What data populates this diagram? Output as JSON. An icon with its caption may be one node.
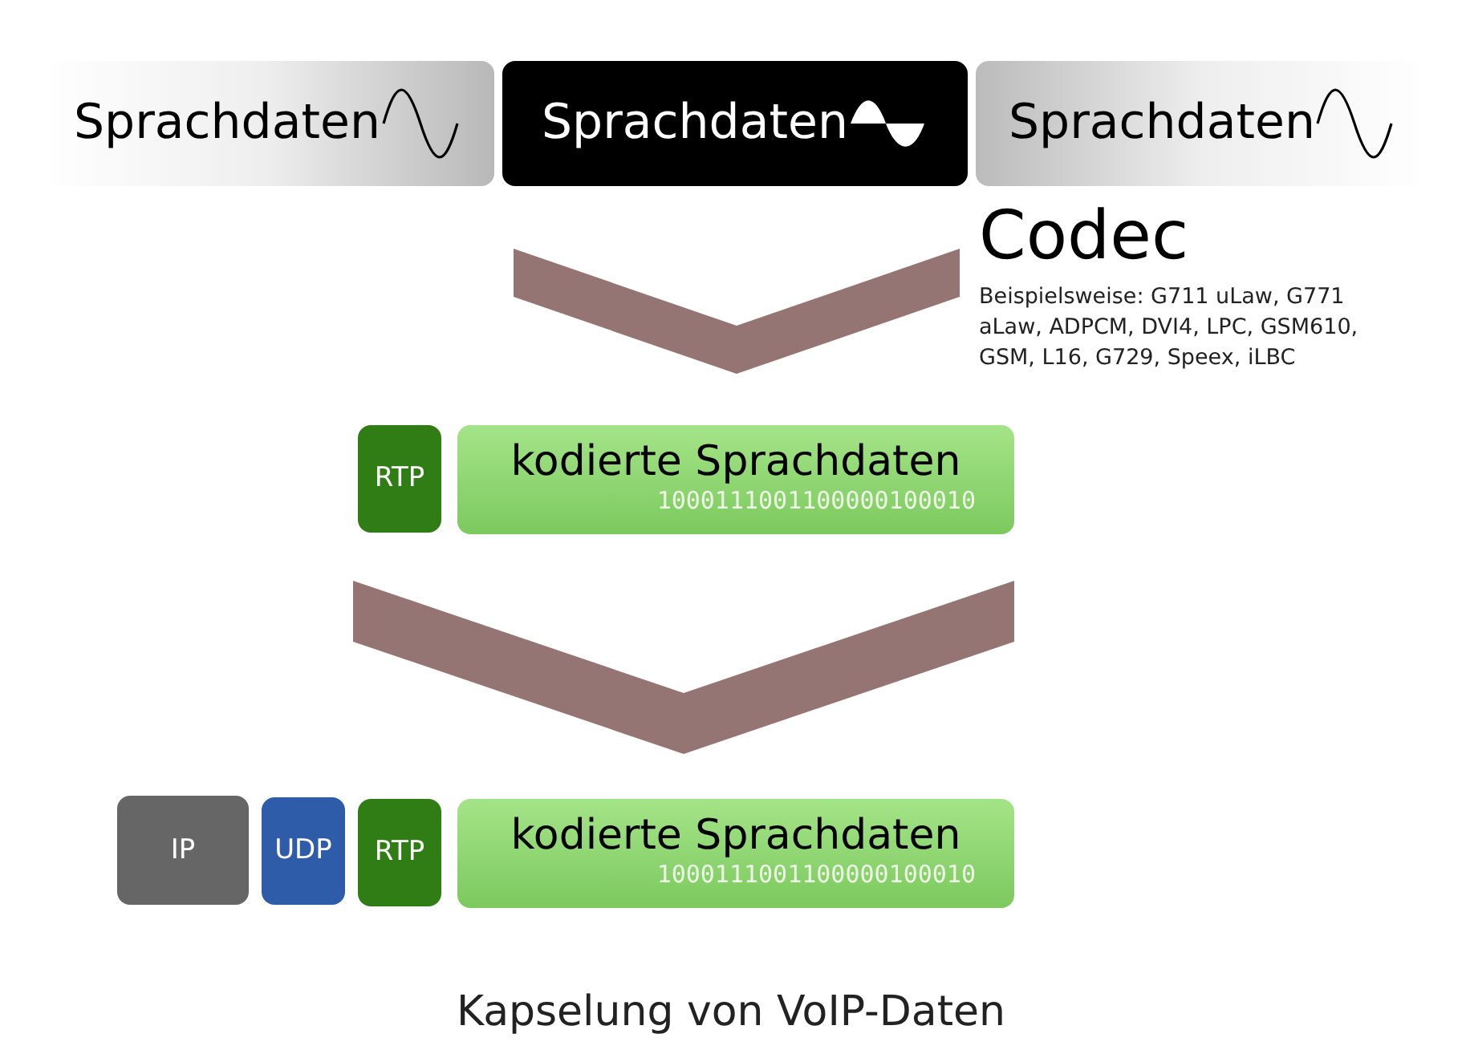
{
  "diagram": {
    "caption": "Kapselung von VoIP-Daten",
    "nodes": [
      {
        "text": [
          "Sprachdaten"
        ]
      },
      {
        "text": [
          "Sprachdaten"
        ]
      },
      {
        "text": [
          "Sprachdaten"
        ]
      },
      {
        "text": [
          "RTP"
        ]
      },
      {
        "text": [
          "kodierte Sprachdaten",
          "1000111001100000100010"
        ]
      },
      {
        "text": [
          "IP"
        ]
      },
      {
        "text": [
          "UDP"
        ]
      },
      {
        "text": [
          "RTP"
        ]
      },
      {
        "text": [
          "kodierte Sprachdaten",
          "1000111001100000100010"
        ]
      }
    ],
    "edges": [
      {
        "from": 1,
        "to": 4,
        "arrow": "to"
      },
      {
        "from": 4,
        "to": 8,
        "arrow": "to"
      }
    ],
    "labels": [
      "Codec",
      "Beispielsweise: G711 uLaw, G771 aLaw, ADPCM, DVI4, LPC, GSM610, GSM, L16, G729, Speex, iLBC"
    ]
  }
}
